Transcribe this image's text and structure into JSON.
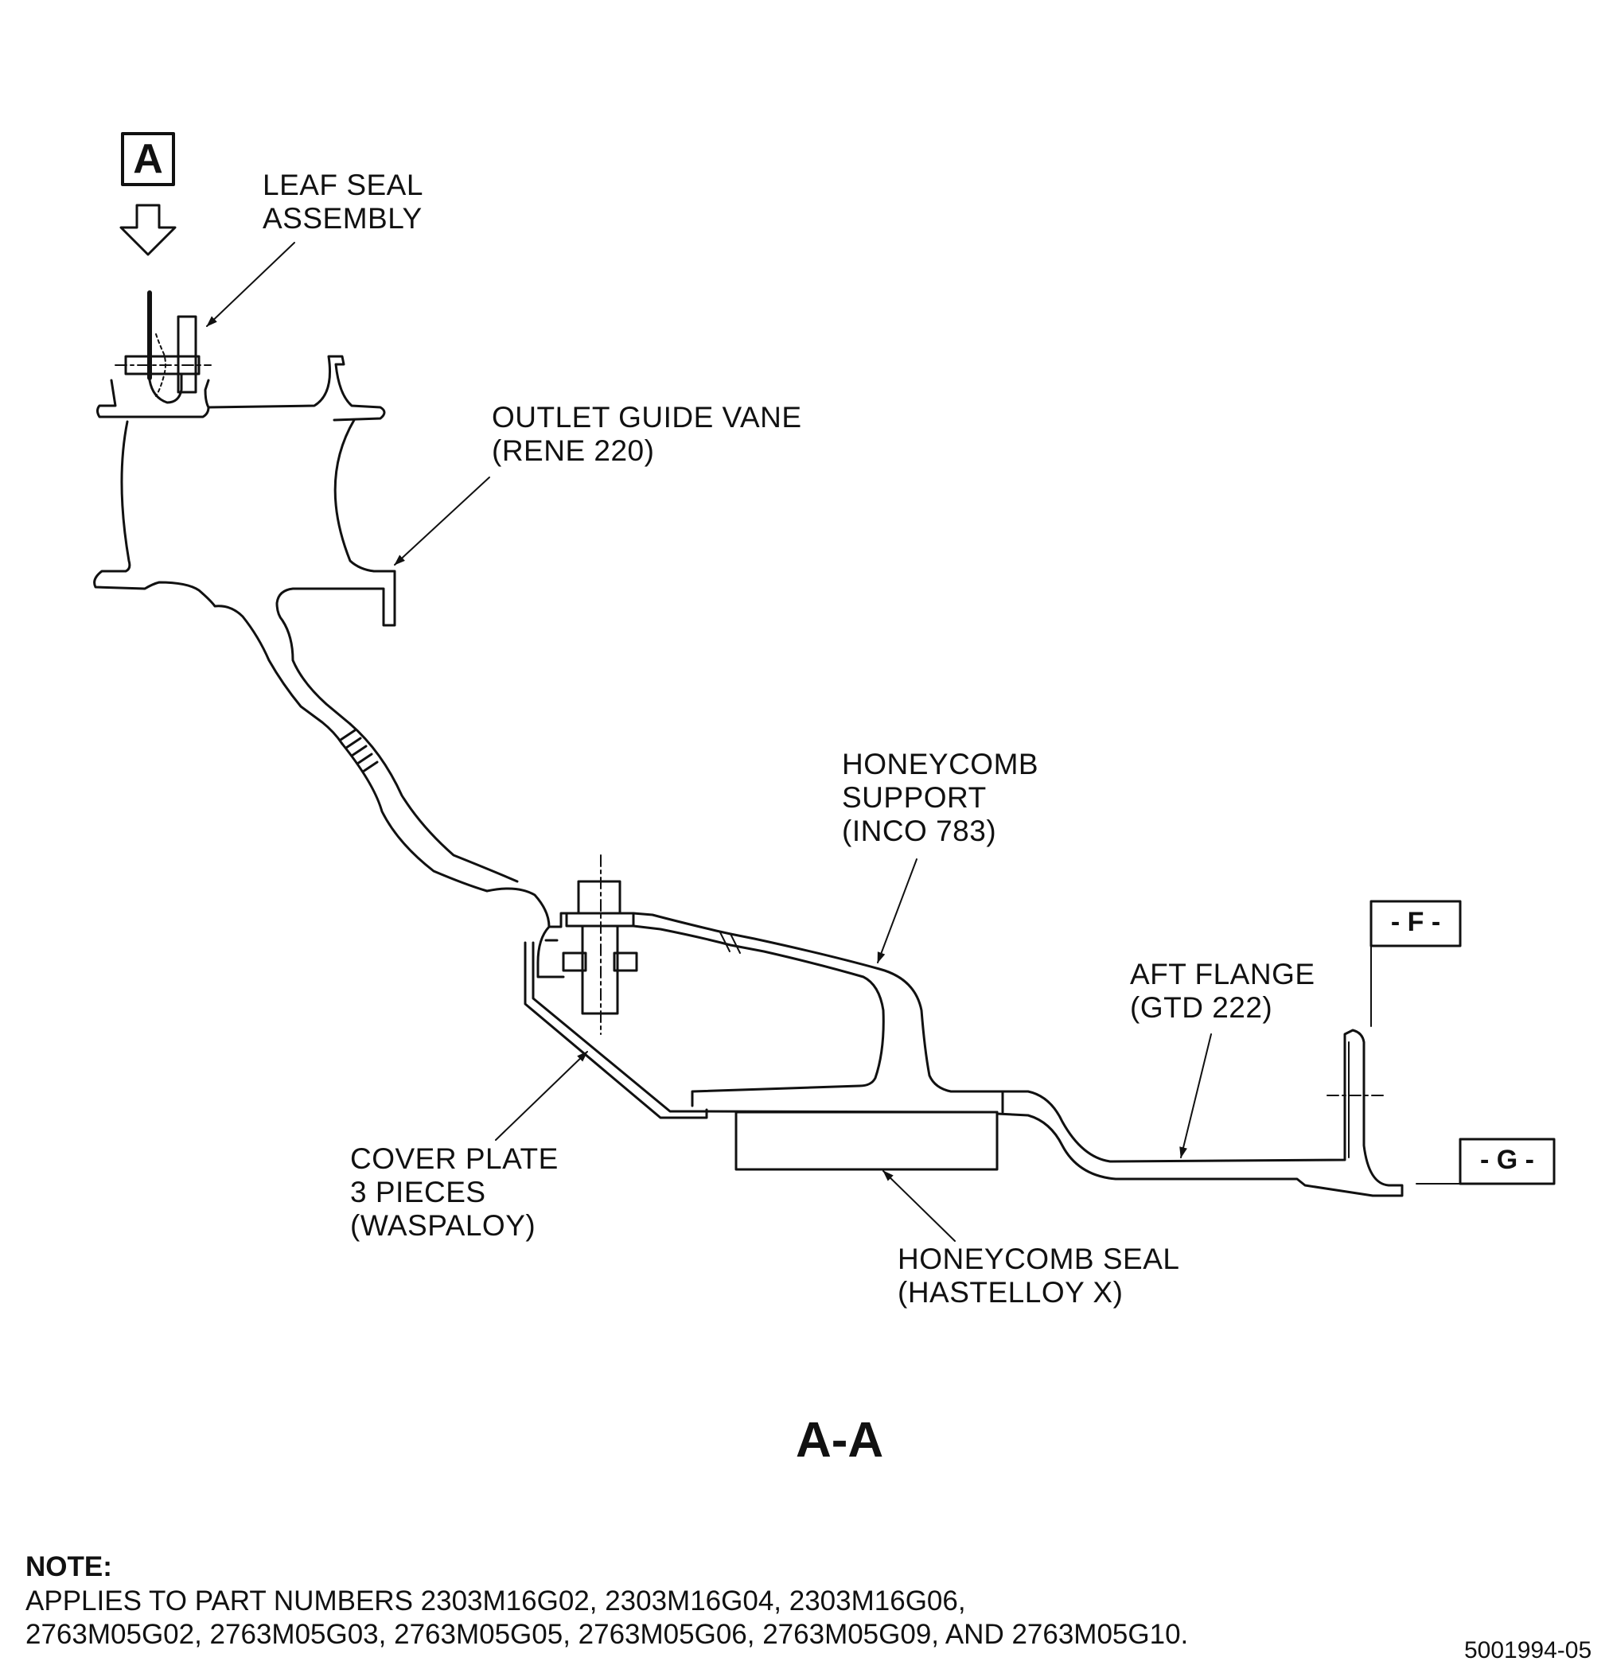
{
  "view_marker": "A",
  "labels": {
    "leaf_seal": [
      "LEAF SEAL",
      "ASSEMBLY"
    ],
    "outlet_guide_vane": [
      "OUTLET GUIDE VANE",
      "(RENE 220)"
    ],
    "honeycomb_support": [
      "HONEYCOMB",
      "SUPPORT",
      "(INCO 783)"
    ],
    "aft_flange": [
      "AFT FLANGE",
      "(GTD 222)"
    ],
    "cover_plate": [
      "COVER PLATE",
      "3 PIECES",
      "(WASPALOY)"
    ],
    "honeycomb_seal": [
      "HONEYCOMB SEAL",
      "(HASTELLOY X)"
    ]
  },
  "datums": {
    "f": "- F -",
    "g": "- G -"
  },
  "section_title": "A-A",
  "note": {
    "heading": "NOTE:",
    "lines": [
      "APPLIES TO PART NUMBERS 2303M16G02, 2303M16G04, 2303M16G06,",
      "2763M05G02, 2763M05G03, 2763M05G05, 2763M05G06, 2763M05G09, AND 2763M05G10."
    ]
  },
  "figure_number": "5001994-05"
}
